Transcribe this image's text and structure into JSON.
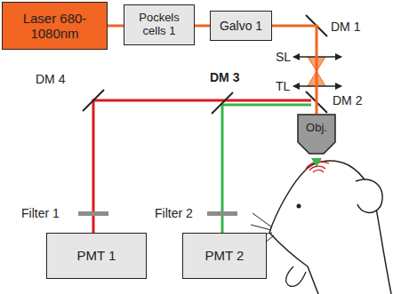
{
  "diagram": {
    "nodes": [
      {
        "text": [
          "Laser 680-1080nm"
        ]
      },
      {
        "text": [
          "Pockels cells 1"
        ]
      },
      {
        "text": [
          "Galvo 1"
        ]
      },
      {
        "text": [
          "Obj."
        ]
      },
      {
        "text": [
          "PMT 1"
        ]
      },
      {
        "text": [
          "PMT 2"
        ]
      }
    ],
    "edges": [
      {
        "from": 0,
        "to": 1,
        "arrow": "none"
      },
      {
        "from": 1,
        "to": 2,
        "arrow": "none"
      },
      {
        "from": 2,
        "to": 3,
        "arrow": "none"
      }
    ],
    "labels": [
      "DM 1",
      "SL",
      "TL",
      "DM 2",
      "DM 3",
      "DM 4",
      "Filter 1",
      "Filter 2"
    ]
  }
}
